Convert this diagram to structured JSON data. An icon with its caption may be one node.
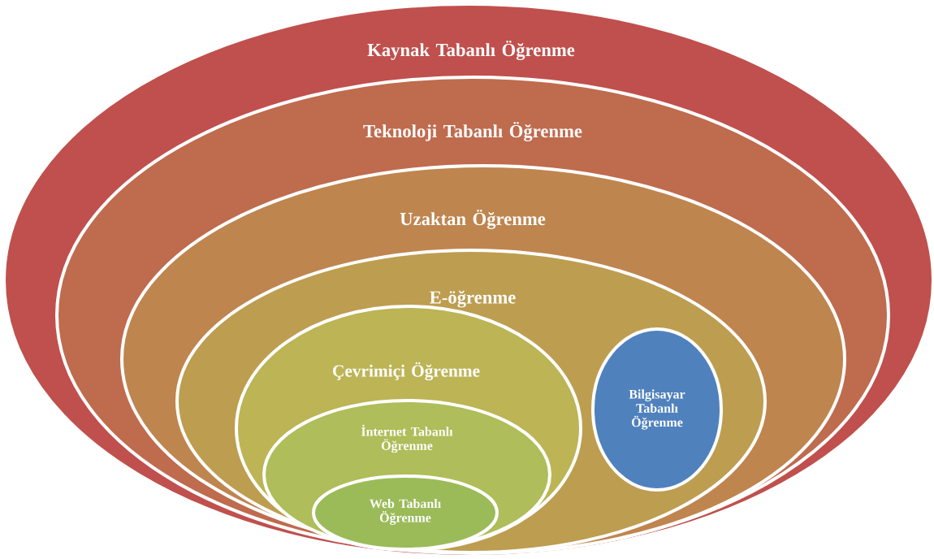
{
  "diagram": {
    "nodes": [
      {
        "text": [
          "Kaynak Tabanlı Öğrenme"
        ]
      },
      {
        "text": [
          "Teknoloji Tabanlı Öğrenme"
        ],
        "in": 0
      },
      {
        "text": [
          "Uzaktan Öğrenme"
        ],
        "in": 1
      },
      {
        "text": [
          "E-öğrenme"
        ],
        "in": 2
      },
      {
        "text": [
          "Çevrimiçi Öğrenme"
        ],
        "in": 3
      },
      {
        "text": [
          "İnternet Tabanlı Öğrenme"
        ],
        "in": 4
      },
      {
        "text": [
          "Web Tabanlı Öğrenme"
        ],
        "in": 5
      },
      {
        "text": [
          "Bilgisayar Tabanlı Öğrenme"
        ],
        "in": 3
      }
    ]
  }
}
